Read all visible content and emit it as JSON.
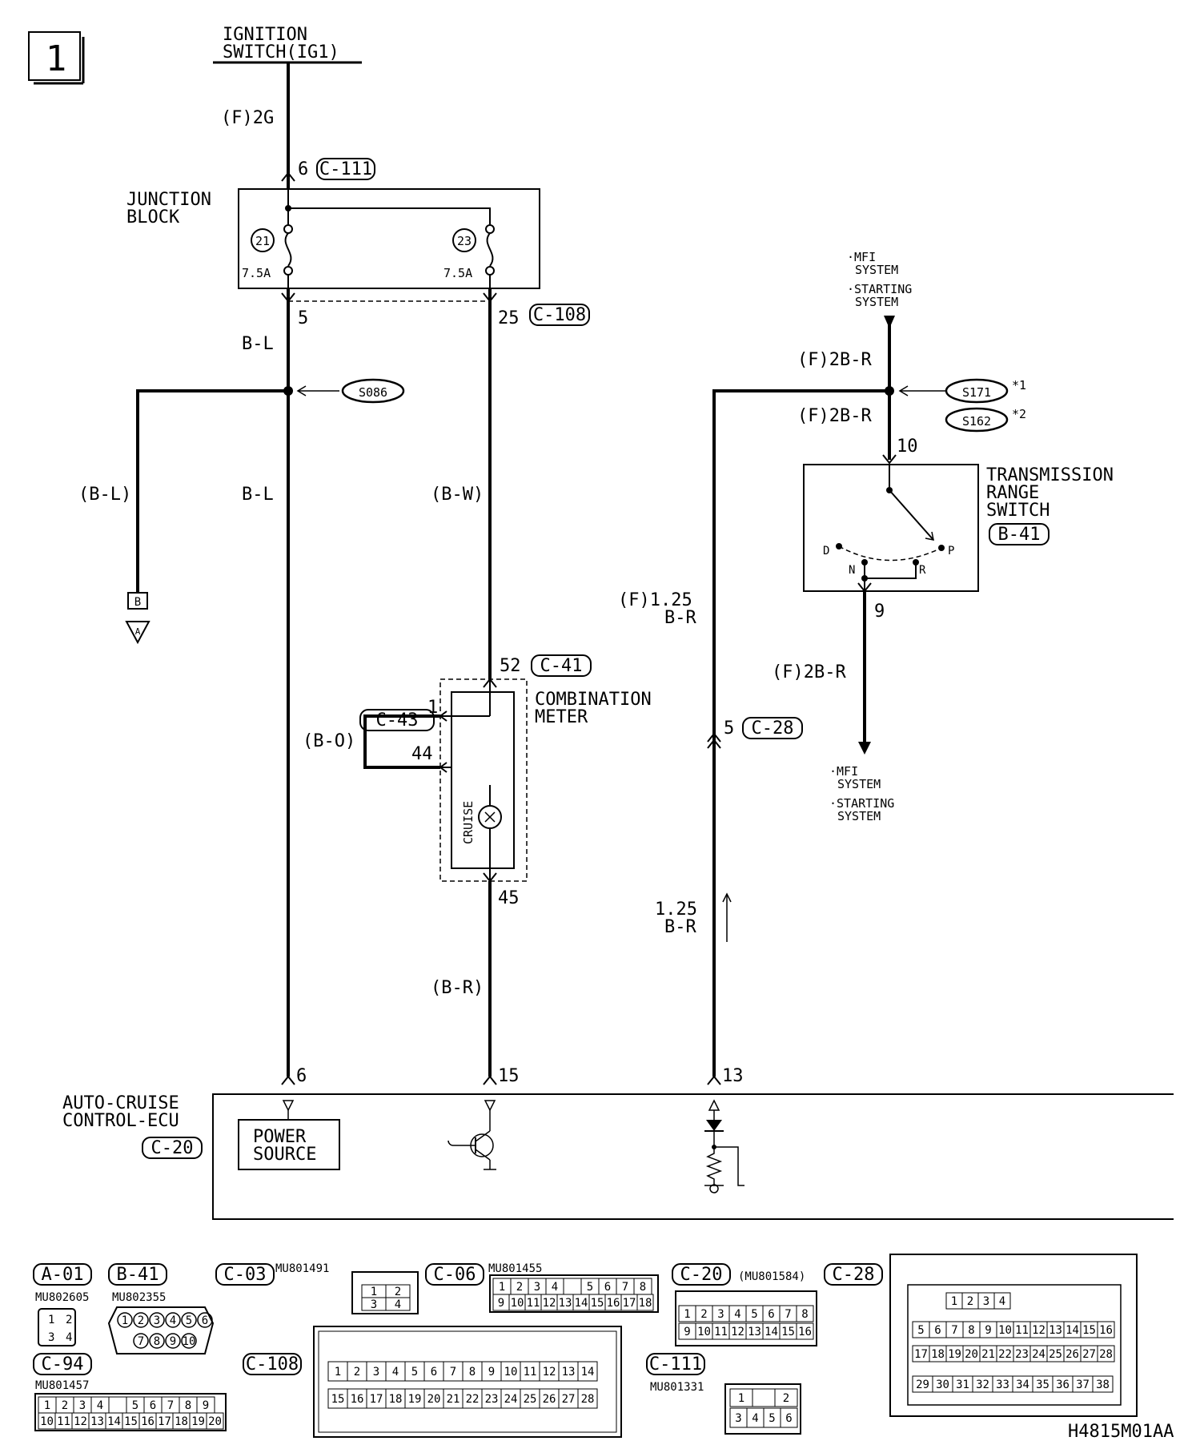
{
  "page_number": "1",
  "drawing_code": "H4815M01AA",
  "ignition": {
    "line1": "IGNITION",
    "line2": "SWITCH(IG1)",
    "wire": "(F)2G",
    "pin": "6",
    "connector": "C-111"
  },
  "junction_block": {
    "line1": "JUNCTION",
    "line2": "BLOCK",
    "fuse_left": "21",
    "fuse_right": "23",
    "rating_left": "7.5A",
    "rating_right": "7.5A"
  },
  "left_wire": {
    "pin": "5",
    "color_top": "B-L",
    "color_mid": "B-L",
    "branch": "(B-L)",
    "splice": "S086",
    "term_top": "B",
    "term_bot": "A",
    "ecu_pin": "6"
  },
  "mid_wire": {
    "pin": "25",
    "connector": "C-108",
    "color": "(B-W)",
    "color_low": "(B-R)",
    "ecu_pin": "15"
  },
  "meter": {
    "line1": "COMBINATION",
    "line2": "METER",
    "pin_top": "52",
    "conn_top": "C-41",
    "conn_left": "C-43",
    "pin_1": "1",
    "pin_44": "44",
    "loop_color": "(B-O)",
    "cruise": "CRUISE",
    "pin_bot": "45"
  },
  "right_side": {
    "mfi_top_1": "·MFI",
    "mfi_top_2": "SYSTEM",
    "start_top_1": "·STARTING",
    "start_top_2": "SYSTEM",
    "wire_top": "(F)2B-R",
    "splice_1": "S171",
    "note_1": "*1",
    "wire_mid": "(F)2B-R",
    "splice_2": "S162",
    "note_2": "*2",
    "pin_10": "10",
    "trs_1": "TRANSMISSION",
    "trs_2": "RANGE",
    "trs_3": "SWITCH",
    "trs_conn": "B-41",
    "pos_d": "D",
    "pos_n": "N",
    "pos_r": "R",
    "pos_p": "P",
    "pin_9": "9",
    "wire_down": "(F)2B-R",
    "mfi_bot_1": "·MFI",
    "mfi_bot_2": "SYSTEM",
    "start_bot_1": "·STARTING",
    "start_bot_2": "SYSTEM",
    "vert_1a": "(F)1.25",
    "vert_1b": "B-R",
    "pin_5": "5",
    "conn_c28": "C-28",
    "vert_2a": "1.25",
    "vert_2b": "B-R",
    "ecu_pin": "13"
  },
  "ecu": {
    "line1": "AUTO-CRUISE",
    "line2": "CONTROL-ECU",
    "connector": "C-20",
    "power_1": "POWER",
    "power_2": "SOURCE"
  },
  "connectors": {
    "a01": {
      "name": "A-01",
      "part": "MU802605",
      "pins": [
        "1",
        "2",
        "3",
        "4"
      ]
    },
    "b41": {
      "name": "B-41",
      "part": "MU802355",
      "pins": [
        "1",
        "2",
        "3",
        "4",
        "5",
        "6",
        "7",
        "8",
        "9",
        "10"
      ]
    },
    "c03": {
      "name": "C-03",
      "part": "MU801491",
      "pins": [
        "1",
        "2",
        "3",
        "4"
      ]
    },
    "c06": {
      "name": "C-06",
      "part": "MU801455",
      "row1": [
        "1",
        "2",
        "3",
        "4",
        "",
        "5",
        "6",
        "7",
        "8"
      ],
      "row2": [
        "9",
        "10",
        "11",
        "12",
        "13",
        "14",
        "15",
        "16",
        "17",
        "18"
      ]
    },
    "c20": {
      "name": "C-20",
      "part": "(MU801584)",
      "row1": [
        "1",
        "2",
        "3",
        "4",
        "5",
        "6",
        "7",
        "8"
      ],
      "row2": [
        "9",
        "10",
        "11",
        "12",
        "13",
        "14",
        "15",
        "16"
      ]
    },
    "c28": {
      "name": "C-28",
      "row1": [
        "1",
        "2",
        "3",
        "4"
      ],
      "pins": [
        "5",
        "6",
        "7",
        "8",
        "9",
        "10",
        "11",
        "12",
        "13",
        "14",
        "15",
        "16",
        "17",
        "18",
        "19",
        "20",
        "21",
        "22",
        "23",
        "24",
        "25",
        "26",
        "27",
        "28",
        "29",
        "30",
        "31",
        "32",
        "33",
        "34",
        "35",
        "36",
        "37",
        "38"
      ]
    },
    "c94": {
      "name": "C-94",
      "part": "MU801457",
      "row1": [
        "1",
        "2",
        "3",
        "4",
        "",
        "5",
        "6",
        "7",
        "8",
        "9"
      ],
      "row2": [
        "10",
        "11",
        "12",
        "13",
        "14",
        "15",
        "16",
        "17",
        "18",
        "19",
        "20"
      ]
    },
    "c108": {
      "name": "C-108",
      "row1": [
        "1",
        "2",
        "3",
        "4",
        "5",
        "6",
        "7",
        "8",
        "9",
        "10",
        "11",
        "12",
        "13",
        "14"
      ],
      "row2": [
        "15",
        "16",
        "17",
        "18",
        "19",
        "20",
        "21",
        "22",
        "23",
        "24",
        "25",
        "26",
        "27",
        "28"
      ]
    },
    "c111": {
      "name": "C-111",
      "part": "MU801331",
      "row1": [
        "1",
        "",
        "2"
      ],
      "row2": [
        "3",
        "4",
        "5",
        "6"
      ]
    }
  }
}
